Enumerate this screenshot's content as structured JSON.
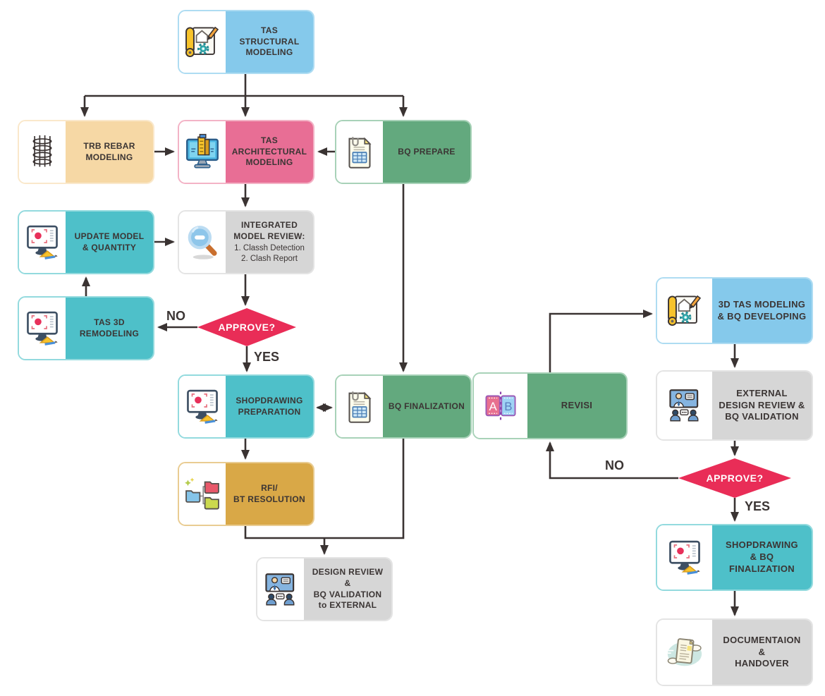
{
  "colors": {
    "connector": "#3a3332",
    "text": "#3b3534",
    "decision_fill": "#e92d57",
    "blue": "#85c9eb",
    "tan": "#f6d8a5",
    "pink": "#e86e95",
    "green": "#63a97e",
    "teal": "#4ec0c9",
    "gray": "#d6d6d6",
    "gold": "#d9a847"
  },
  "nodes": {
    "tas_structural": {
      "label": "TAS\nSTRUCTURAL\nMODELING",
      "icon": "blueprint-icon",
      "fill": "#85c9eb",
      "border": "#aedcf2"
    },
    "trb_rebar": {
      "label": "TRB REBAR\nMODELING",
      "icon": "rebar-icon",
      "fill": "#f6d8a5",
      "border": "#fae8cb"
    },
    "tas_architectural": {
      "label": "TAS\nARCHITECTURAL\nMODELING",
      "icon": "building-monitor-icon",
      "fill": "#e86e95",
      "border": "#f3b3c6"
    },
    "bq_prepare": {
      "label": "BQ PREPARE",
      "icon": "bq-document-icon",
      "fill": "#63a97e",
      "border": "#a8d2b8"
    },
    "update_model": {
      "label": "UPDATE MODEL\n& QUANTITY",
      "icon": "monitor-design-icon",
      "fill": "#4ec0c9",
      "border": "#93dade"
    },
    "integrated_review": {
      "title": "INTEGRATED\nMODEL REVIEW:",
      "items": "1. Classh Detection\n2. Clash Report",
      "icon": "magnifier-icon",
      "fill": "#d6d6d6",
      "border": "#e4e4e4"
    },
    "tas_3d_remodeling": {
      "label": "TAS 3D\nREMODELING",
      "icon": "monitor-design-icon",
      "fill": "#4ec0c9",
      "border": "#93dade"
    },
    "shopdrawing_preparation": {
      "label": "SHOPDRAWING\nPREPARATION",
      "icon": "monitor-design-icon",
      "fill": "#4ec0c9",
      "border": "#93dade"
    },
    "bq_finalization": {
      "label": "BQ FINALIZATION",
      "icon": "bq-document-icon",
      "fill": "#63a97e",
      "border": "#a8d2b8"
    },
    "revisi": {
      "label": "REVISI",
      "icon": "ab-compare-icon",
      "fill": "#63a97e",
      "border": "#a8d2b8"
    },
    "rfi_bt": {
      "label": "RFI/\nBT RESOLUTION",
      "icon": "folders-icon",
      "fill": "#d9a847",
      "border": "#e9cc92"
    },
    "design_review_external": {
      "label": "DESIGN REVIEW &\nBQ VALIDATION\nto EXTERNAL",
      "icon": "meeting-icon",
      "fill": "#d6d6d6",
      "border": "#e4e4e4"
    },
    "tas_3d_bq_developing": {
      "label": "3D TAS MODELING\n& BQ DEVELOPING",
      "icon": "blueprint-icon",
      "fill": "#85c9eb",
      "border": "#aedcf2"
    },
    "external_design_review": {
      "label": "EXTERNAL\nDESIGN REVIEW &\nBQ VALIDATION",
      "icon": "meeting-icon",
      "fill": "#d6d6d6",
      "border": "#e4e4e4"
    },
    "shopdrawing_bq_finalization": {
      "label": "SHOPDRAWING\n& BQ FINALIZATION",
      "icon": "monitor-design-icon",
      "fill": "#4ec0c9",
      "border": "#93dade"
    },
    "documentation_handover": {
      "label": "DOCUMENTAION\n&\nHANDOVER",
      "icon": "documentation-icon",
      "fill": "#d6d6d6",
      "border": "#e4e4e4"
    }
  },
  "decisions": {
    "approve_left": {
      "label": "APPROVE?",
      "fill": "#e92d57"
    },
    "approve_right": {
      "label": "APPROVE?",
      "fill": "#e92d57"
    }
  },
  "edge_labels": {
    "no_left": "NO",
    "yes_left": "YES",
    "no_right": "NO",
    "yes_right": "YES"
  }
}
